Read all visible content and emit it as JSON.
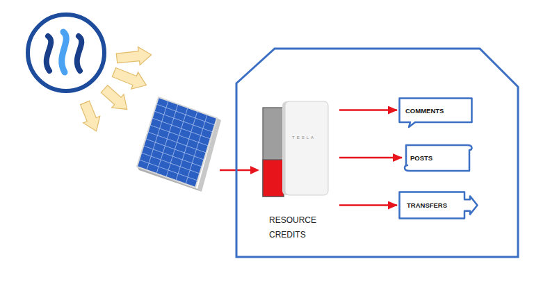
{
  "diagram": {
    "nodes": [
      {
        "text": [
          "TESLA",
          "RESOURCE CREDITS"
        ]
      },
      {
        "text": [
          "COMMENTS"
        ]
      },
      {
        "text": [
          "POSTS"
        ]
      },
      {
        "text": [
          "TRANSFERS"
        ]
      }
    ],
    "edges": [
      {
        "from": 0,
        "to": 1,
        "arrow": "to"
      },
      {
        "from": 0,
        "to": 2,
        "arrow": "to"
      },
      {
        "from": 0,
        "to": 3,
        "arrow": "to"
      }
    ]
  }
}
